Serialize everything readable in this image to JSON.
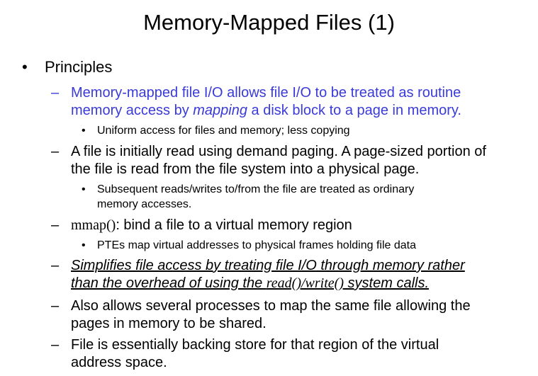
{
  "slide": {
    "title": "Memory-Mapped Files (1)",
    "principles": {
      "bullet": "•",
      "label": "Principles"
    },
    "dash": "–",
    "dot": "•",
    "items": [
      {
        "line1": "Memory-mapped file I/O allows file I/O to be treated as routine",
        "line2_pre": "memory access by ",
        "line2_em": "mapping",
        "line2_post": " a disk block to a page in memory.",
        "sub": "Uniform access for files and memory; less copying"
      },
      {
        "line1": "A file is initially read using demand paging. A page-sized portion of",
        "line2": "the file is read from the file system into a physical page.",
        "sub_line1": "Subsequent reads/writes to/from the file are treated as ordinary",
        "sub_line2": "memory accesses."
      },
      {
        "code": "mmap()",
        "rest": ": bind a file to a virtual memory region",
        "sub": "PTEs map virtual addresses to physical frames holding file data"
      },
      {
        "line1": "Simplifies file access by treating file I/O through memory rather",
        "line2_pre": "than the overhead of using the ",
        "line2_code": "read()/write()",
        "line2_post": " system calls."
      },
      {
        "line1": "Also allows several processes to map the same file allowing the",
        "line2": "pages in memory to be shared."
      },
      {
        "line1": "File is essentially backing store for that region of the virtual",
        "line2": "address space."
      }
    ]
  }
}
